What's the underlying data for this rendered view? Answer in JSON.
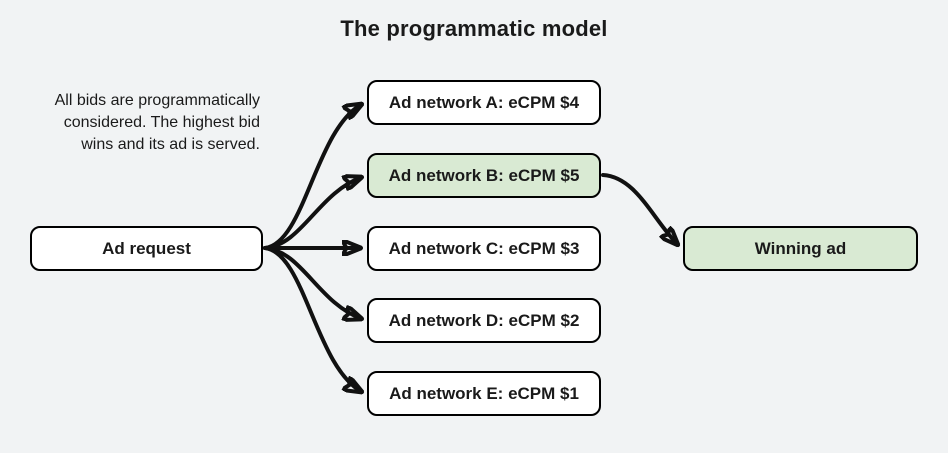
{
  "title": "The programmatic model",
  "description": {
    "lines": [
      "All bids are programmatically",
      "considered. The highest bid",
      "wins and its ad is served."
    ]
  },
  "nodes": {
    "ad_request": {
      "label": "Ad request"
    },
    "networks": [
      {
        "id": "A",
        "label": "Ad network A: eCPM $4",
        "ecpm": 4,
        "highlighted": false
      },
      {
        "id": "B",
        "label": "Ad network B: eCPM $5",
        "ecpm": 5,
        "highlighted": true
      },
      {
        "id": "C",
        "label": "Ad network C: eCPM $3",
        "ecpm": 3,
        "highlighted": false
      },
      {
        "id": "D",
        "label": "Ad network D: eCPM $2",
        "ecpm": 2,
        "highlighted": false
      },
      {
        "id": "E",
        "label": "Ad network E: eCPM $1",
        "ecpm": 1,
        "highlighted": false
      }
    ],
    "winning_ad": {
      "label": "Winning ad"
    }
  },
  "colors": {
    "background": "#f1f3f4",
    "box_fill": "#ffffff",
    "highlight_fill": "#d9ead3",
    "border": "#000000",
    "text": "#1a1a1a",
    "arrow": "#111111"
  }
}
